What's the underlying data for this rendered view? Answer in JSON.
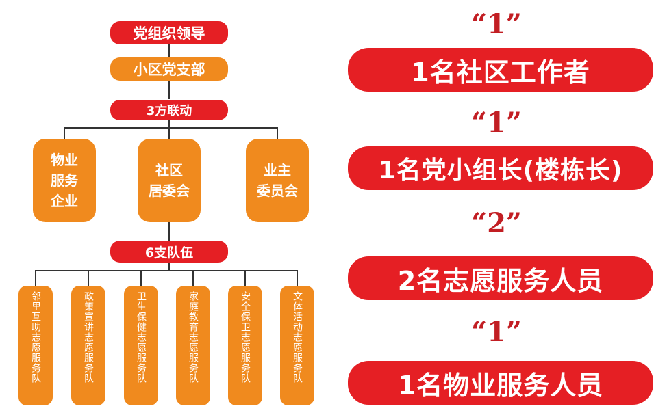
{
  "org_chart": {
    "leadership": "党组织领导",
    "branch": "小区党支部",
    "linkage": "3方联动",
    "parties": [
      {
        "label": "物业\n服务\n企业"
      },
      {
        "label": "社区\n居委会"
      },
      {
        "label": "业主\n委员会"
      }
    ],
    "teams_header": "6支队伍",
    "teams": [
      {
        "label": "邻里互助志愿服务队"
      },
      {
        "label": "政策宣讲志愿服务队"
      },
      {
        "label": "卫生保健志愿服务队"
      },
      {
        "label": "家庭教育志愿服务队"
      },
      {
        "label": "安全保卫志愿服务队"
      },
      {
        "label": "文体活动志愿服务队"
      }
    ]
  },
  "personnel": [
    {
      "count": "“1”",
      "label": "1名社区工作者"
    },
    {
      "count": "“1”",
      "label": "1名党小组长(楼栋长)"
    },
    {
      "count": "“2”",
      "label": "2名志愿服务人员"
    },
    {
      "count": "“1”",
      "label": "1名物业服务人员"
    }
  ],
  "colors": {
    "red": "#e51f24",
    "orange": "#f08a1e",
    "quote": "#c21e23"
  }
}
